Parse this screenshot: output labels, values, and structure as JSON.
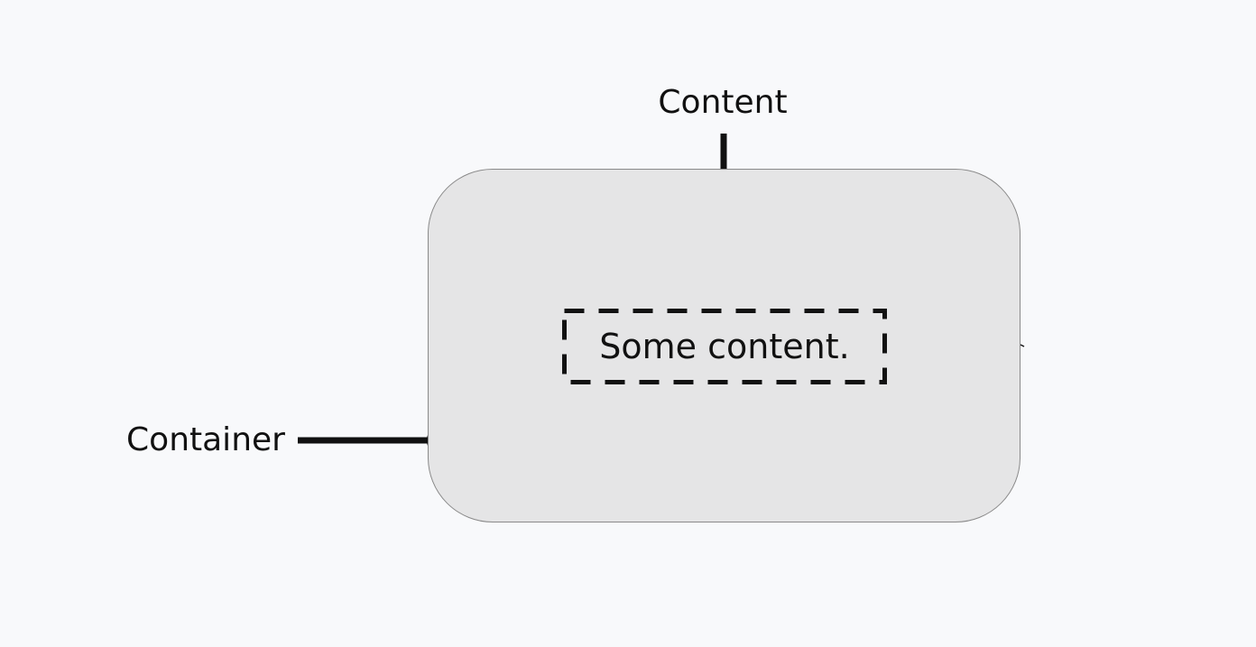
{
  "diagram": {
    "labels": {
      "content": "Content",
      "container": "Container"
    },
    "content_box": {
      "text": "Some content."
    }
  },
  "colors": {
    "background": "#f8f9fb",
    "container_fill": "#e5e5e6",
    "ink": "#111111"
  }
}
